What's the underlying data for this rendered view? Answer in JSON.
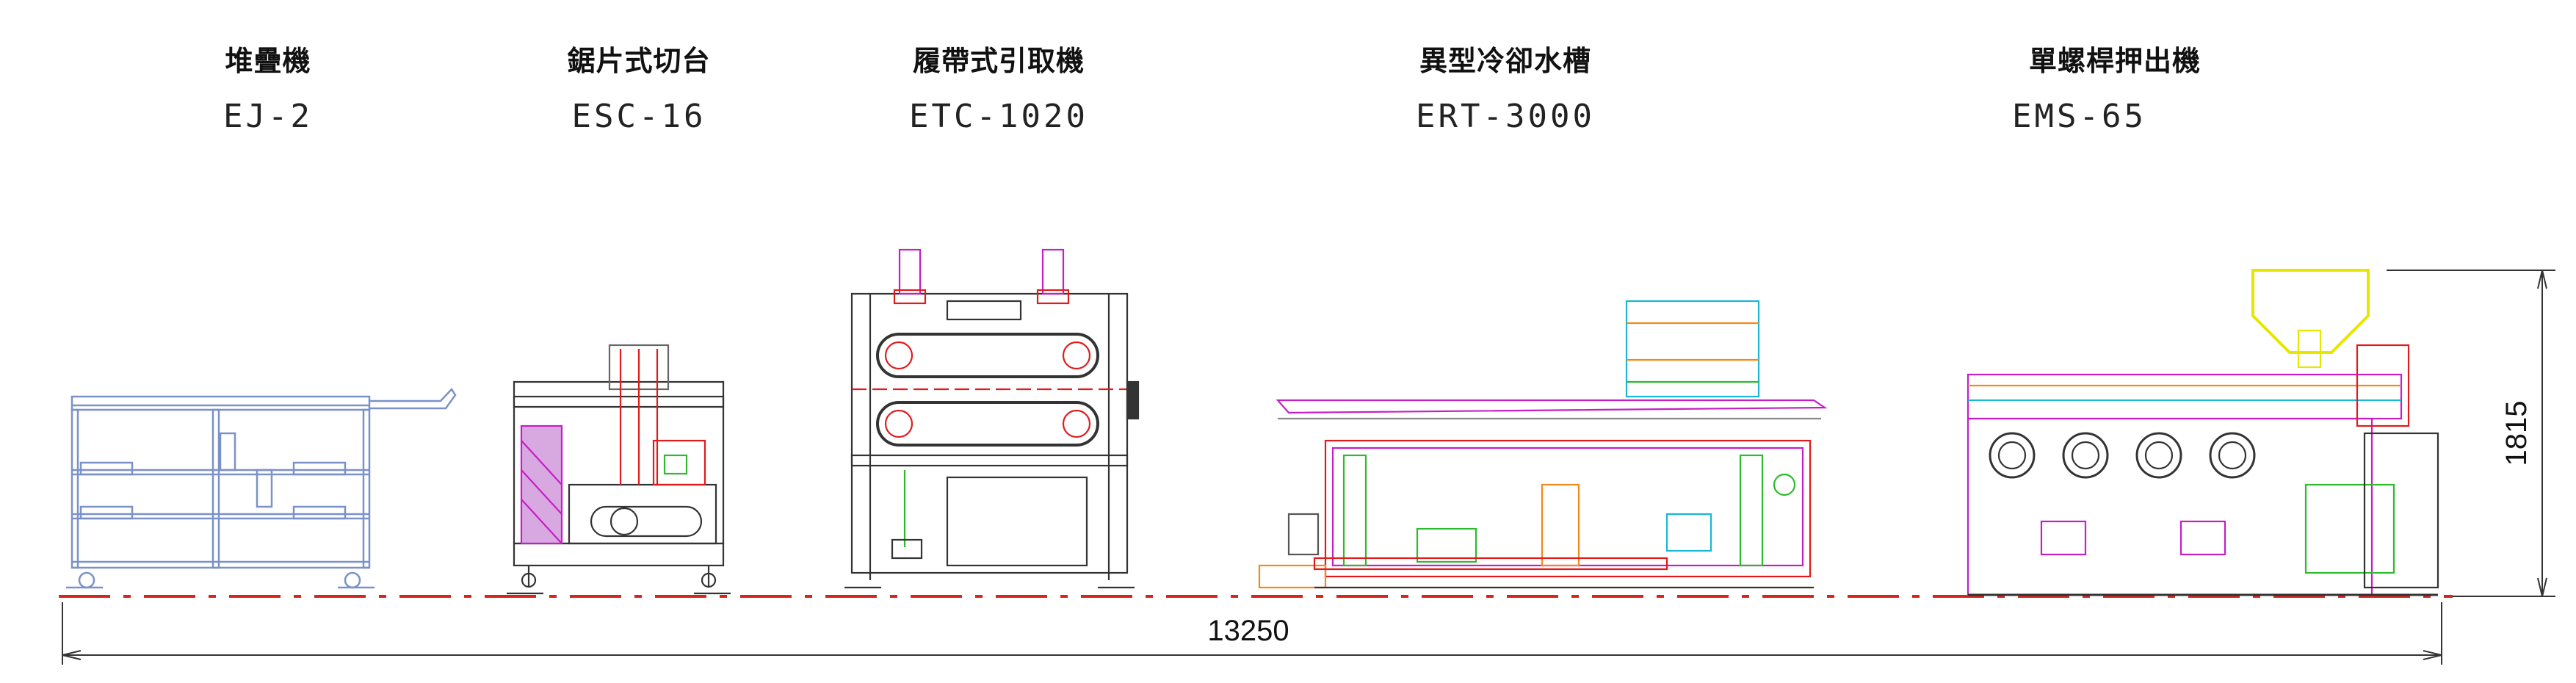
{
  "machines": [
    {
      "name_cn": "堆疊機",
      "model": "EJ-2"
    },
    {
      "name_cn": "鋸片式切台",
      "model": "ESC-16"
    },
    {
      "name_cn": "履帶式引取機",
      "model": "ETC-1020"
    },
    {
      "name_cn": "異型冷卻水槽",
      "model": "ERT-3000"
    },
    {
      "name_cn": "單螺桿押出機",
      "model": "EMS-65"
    }
  ],
  "dimensions": {
    "total_length": "13250",
    "height": "1815"
  },
  "colors": {
    "floor_line": "#d9241c",
    "stacker": "#7a92c8",
    "line_black": "#222222",
    "magenta": "#c61ec6",
    "green": "#2dbb2d",
    "orange": "#f08a1c",
    "cyan": "#1ab7d6",
    "yellow": "#e6e600",
    "red": "#e01b1b"
  }
}
